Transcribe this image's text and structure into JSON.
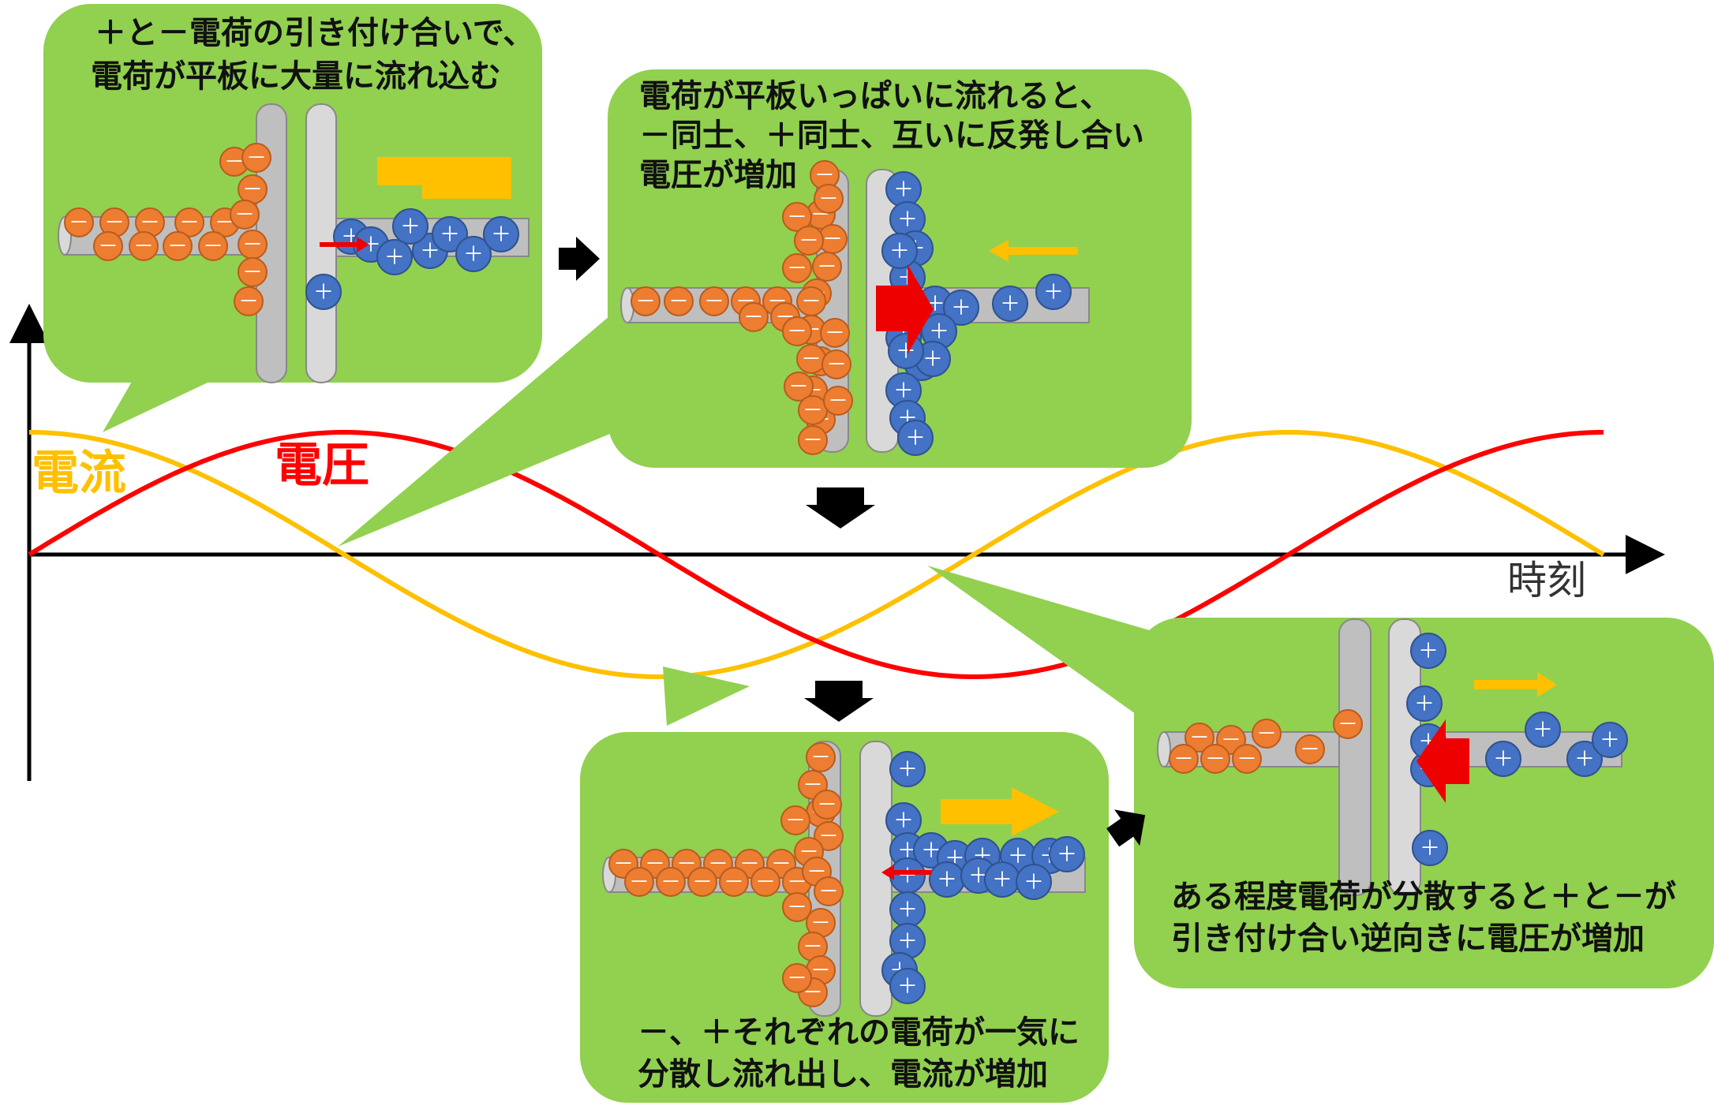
{
  "labels": {
    "current": "電流",
    "voltage": "電圧",
    "time_axis": "時刻"
  },
  "captions": {
    "panel1": [
      "＋と－電荷の引き付け合いで、",
      "電荷が平板に大量に流れ込む"
    ],
    "panel2": [
      "電荷が平板いっぱいに流れると、",
      "－同士、＋同士、互いに反発し合い",
      "電圧が増加"
    ],
    "panel3": [
      "－、＋それぞれの電荷が一気に",
      "分散し流れ出し、電流が増加"
    ],
    "panel4": [
      "ある程度電荷が分散すると＋と－が",
      "引き付け合い逆向きに電圧が増加"
    ]
  },
  "symbols": {
    "negative": "－",
    "positive": "＋"
  },
  "colors": {
    "current_curve": "#ffc000",
    "voltage_curve": "#ff0000",
    "bubble_fill": "#92d050",
    "negative_charge": "#ed7d31",
    "positive_charge": "#4472c4",
    "plate": "#bfbfbf",
    "wire": "#bfbfbf",
    "arrow_black": "#000000"
  },
  "curves": [
    {
      "name": "current",
      "shape": "cosine",
      "cycles": 1.25
    },
    {
      "name": "voltage",
      "shape": "sine",
      "cycles": 1.25
    }
  ]
}
